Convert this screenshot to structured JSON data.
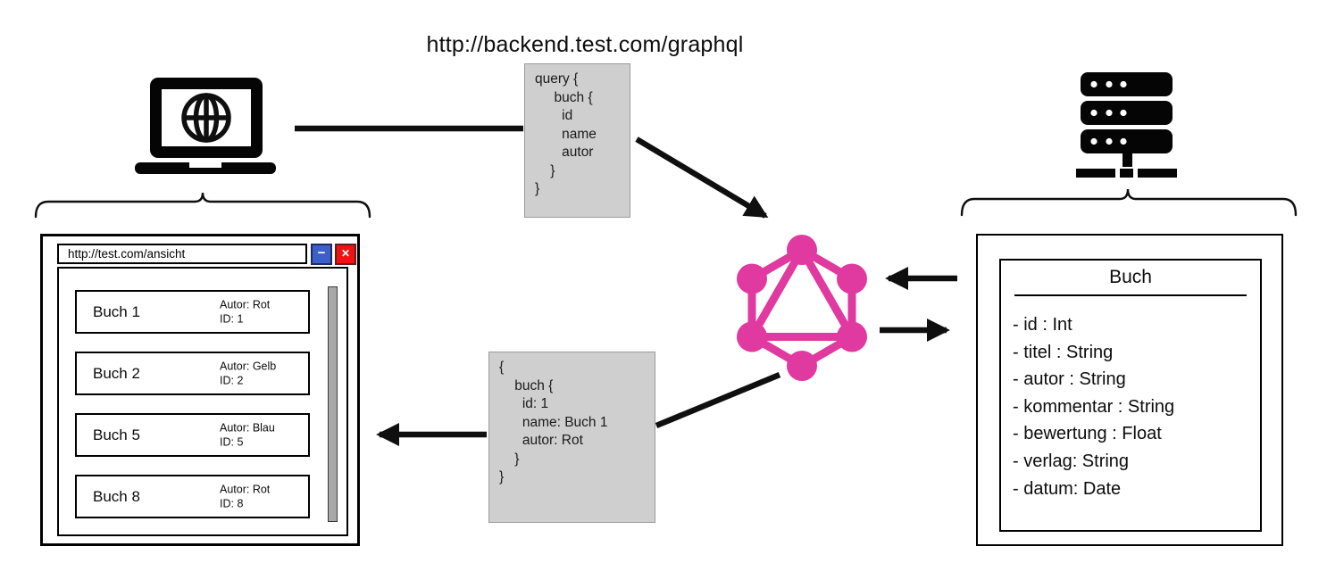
{
  "title": {
    "url": "http://backend.test.com/graphql"
  },
  "query_box": {
    "lines": [
      "query {",
      "     buch {",
      "       id",
      "       name",
      "       autor",
      "    }",
      "}"
    ]
  },
  "response_box": {
    "lines": [
      "{",
      "    buch {",
      "      id: 1",
      "      name: Buch 1",
      "      autor: Rot",
      "    }",
      "}"
    ]
  },
  "browser": {
    "url": "http://test.com/ansicht",
    "items": [
      {
        "title": "Buch 1",
        "autor": "Autor: Rot",
        "id": "ID: 1"
      },
      {
        "title": "Buch 2",
        "autor": "Autor: Gelb",
        "id": "ID: 2"
      },
      {
        "title": "Buch 5",
        "autor": "Autor: Blau",
        "id": "ID: 5"
      },
      {
        "title": "Buch 8",
        "autor": "Autor: Rot",
        "id": "ID: 8"
      }
    ]
  },
  "entity": {
    "title": "Buch",
    "attributes": [
      "- id : Int",
      "- titel : String",
      "- autor : String",
      "- kommentar : String",
      "- bewertung : Float",
      "- verlag: String",
      "- datum: Date"
    ]
  },
  "icons": {
    "minimize": "−",
    "close": "✕",
    "laptop": "laptop-with-globe-icon",
    "server": "server-stack-icon",
    "graphql": "graphql-logo-icon"
  },
  "colors": {
    "graphql_pink": "#e0399f",
    "code_box_gray": "#cfcfcf",
    "minimize_blue": "#3c5fc9",
    "close_red": "#ee1212",
    "arrow_black": "#0f0f0f"
  }
}
